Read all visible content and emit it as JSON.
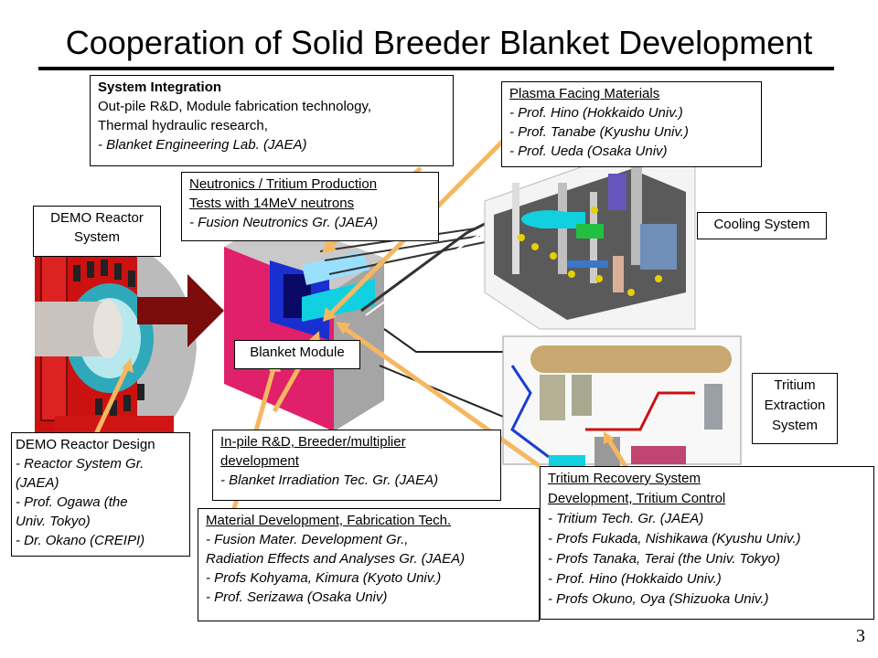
{
  "title": "Cooperation of Solid Breeder Blanket Development",
  "page_number": "3",
  "boxes": {
    "system_integration": {
      "heading": "System Integration",
      "line1": "Out-pile R&D, Module fabrication technology,",
      "line2": "Thermal hydraulic research,",
      "line3": "- Blanket Engineering Lab. (JAEA)"
    },
    "plasma_facing": {
      "heading": "Plasma Facing Materials",
      "line1": "- Prof. Hino (Hokkaido Univ.)",
      "line2": "- Prof. Tanabe (Kyushu Univ.)",
      "line3": "- Prof. Ueda (Osaka Univ)"
    },
    "neutronics": {
      "line1": "Neutronics / Tritium Production",
      "line2": "Tests with 14MeV neutrons",
      "line3": "- Fusion Neutronics Gr. (JAEA)"
    },
    "demo_reactor_system": {
      "line1": "DEMO Reactor",
      "line2": "System"
    },
    "cooling_system": {
      "label": "Cooling System"
    },
    "blanket_module": {
      "label": "Blanket Module"
    },
    "tritium_extraction": {
      "line1": "Tritium",
      "line2": "Extraction",
      "line3": "System"
    },
    "demo_design": {
      "heading": "DEMO Reactor Design",
      "line1": "- Reactor System Gr.",
      "line2": "(JAEA)",
      "line3": "- Prof. Ogawa (the",
      "line4": "Univ. Tokyo)",
      "line5": "- Dr. Okano (CREIPI)"
    },
    "in_pile": {
      "line1": "In-pile R&D, Breeder/multiplier",
      "line2": "development",
      "line3": "- Blanket Irradiation Tec. Gr. (JAEA)"
    },
    "material_dev": {
      "heading": "Material Development, Fabrication Tech.",
      "line1": "- Fusion Mater. Development Gr.,",
      "line2": "Radiation Effects and Analyses Gr. (JAEA)",
      "line3": "- Profs Kohyama, Kimura (Kyoto Univ.)",
      "line4": "- Prof. Serizawa (Osaka Univ)"
    },
    "tritium_recovery": {
      "heading1": "Tritium Recovery System",
      "heading2": "Development, Tritium Control",
      "line1": "- Tritium Tech. Gr. (JAEA)",
      "line2": "- Profs Fukada, Nishikawa (Kyushu Univ.)",
      "line3": "- Profs Tanaka, Terai (the Univ. Tokyo)",
      "line4": "- Prof. Hino (Hokkaido Univ.)",
      "line5": "- Profs Okuno, Oya (Shizuoka Univ.)"
    }
  },
  "colors": {
    "arrow_orange": "#f5b860",
    "reactor_red": "#cc1111",
    "module_magenta": "#e0206a",
    "module_blue": "#1a2fd0",
    "pipe_cyan": "#11d0e0",
    "big_arrow": "#7a0c0c",
    "tank_tan": "#c8a870"
  }
}
